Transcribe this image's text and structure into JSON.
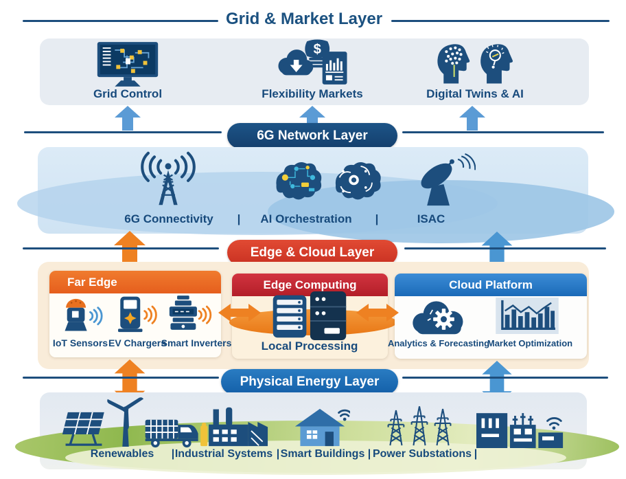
{
  "colors": {
    "navy": "#1d4e7d",
    "title_blue": "#1b5180",
    "panel_blue_gray": "#e7ecf2",
    "up_arrow_blue": "#5b9bd5",
    "double_arrow_blue": "#4a96d2",
    "double_arrow_orange": "#ee8122",
    "pill_6g_navy": "#174a7c",
    "pill_edge_red": "#d43a2c",
    "pill_physical_blue": "#1a6db6",
    "far_edge_header_orange": "#e96b27",
    "edge_computing_header_red": "#c42431",
    "cloud_header_blue": "#2378ca",
    "edge_panel_cream": "#f9ecd9",
    "ground_green": "#9abf55"
  },
  "grid_market_layer": {
    "title": "Grid & Market Layer",
    "items": [
      {
        "label": "Grid Control"
      },
      {
        "label": "Flexibility Markets"
      },
      {
        "label": "Digital Twins & AI"
      }
    ]
  },
  "network_layer": {
    "title": "6G Network Layer",
    "separator": "|",
    "items": [
      {
        "label": "6G Connectivity"
      },
      {
        "label": "AI Orchestration"
      },
      {
        "label": "ISAC"
      }
    ]
  },
  "edge_cloud_layer": {
    "title": "Edge & Cloud Layer",
    "far_edge": {
      "title": "Far Edge",
      "items": [
        {
          "label": "IoT Sensors"
        },
        {
          "label": "EV Chargers"
        },
        {
          "label": "Smart Inverters"
        }
      ]
    },
    "edge_computing": {
      "title": "Edge Computing",
      "caption": "Local Processing"
    },
    "cloud_platform": {
      "title": "Cloud Platform",
      "items": [
        {
          "label": "Analytics & Forecasting"
        },
        {
          "label": "Market Optimization"
        }
      ]
    }
  },
  "physical_layer": {
    "title": "Physical Energy Layer",
    "separator": "|",
    "items": [
      {
        "label": "Renewables"
      },
      {
        "label": "Industrial Systems"
      },
      {
        "label": "Smart Buildings"
      },
      {
        "label": "Power Substations"
      }
    ]
  }
}
